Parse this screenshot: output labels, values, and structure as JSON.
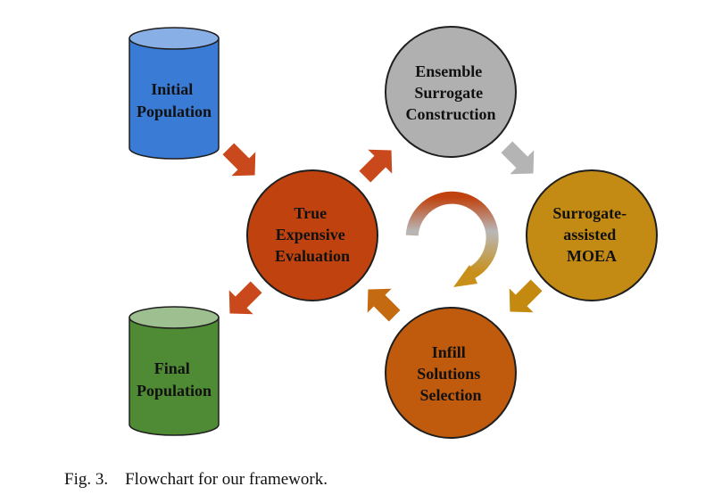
{
  "nodes": {
    "initial_population": {
      "lines": [
        "Initial",
        "Population"
      ],
      "color": "#3a7bd5"
    },
    "true_expensive_evaluation": {
      "lines": [
        "True",
        "Expensive",
        "Evaluation"
      ],
      "color": "#c0430f"
    },
    "ensemble_surrogate_construction": {
      "lines": [
        "Ensemble",
        "Surrogate",
        "Construction"
      ],
      "color": "#b0b0b0"
    },
    "surrogate_assisted_moea": {
      "lines": [
        "Surrogate-",
        "assisted",
        "MOEA"
      ],
      "color": "#c38a14"
    },
    "infill_solutions_selection": {
      "lines": [
        "Infill",
        "Solutions",
        "Selection"
      ],
      "color": "#c05a0c"
    },
    "final_population": {
      "lines": [
        "Final",
        "Population"
      ],
      "color": "#4f8a35"
    }
  },
  "arrow_colors": {
    "initial_to_evaluation": "#c9481c",
    "evaluation_to_construction": "#c9481c",
    "construction_to_moea": "#b4b4b4",
    "moea_to_selection": "#c4890f",
    "selection_to_evaluation": "#c46a10",
    "evaluation_to_final": "#c9481c"
  },
  "cycle_colors": [
    "#c0430f",
    "#b8b8b8",
    "#c8901a"
  ],
  "caption": {
    "label": "Fig. 3.",
    "text": "Flowchart for our framework."
  }
}
